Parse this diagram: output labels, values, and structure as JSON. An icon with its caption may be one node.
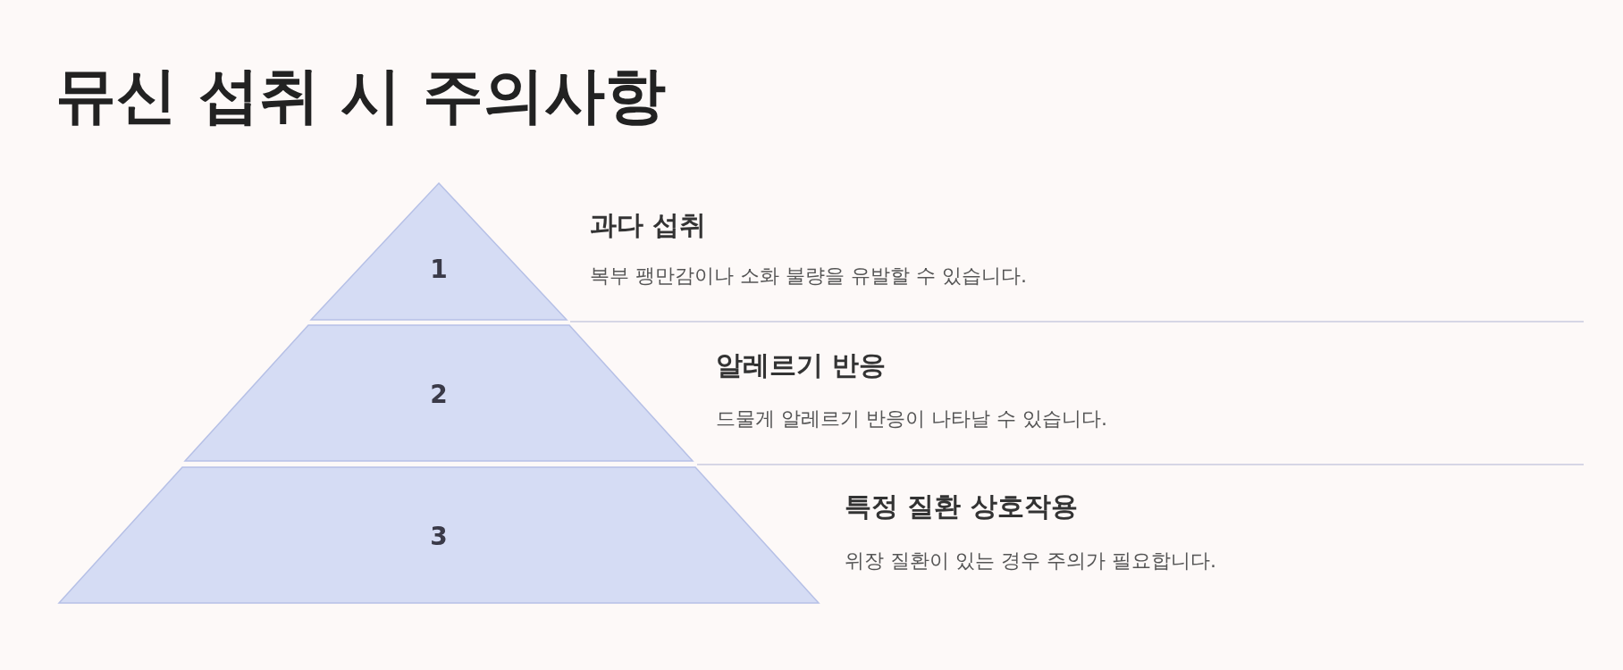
{
  "diagram": {
    "title": "뮤신 섭취 시 주의사항",
    "nodes": [
      {
        "text": [
          "1"
        ],
        "beside": [
          "과다 섭취",
          "복부 팽만감이나 소화 불량을 유발할 수 있습니다."
        ]
      },
      {
        "text": [
          "2"
        ],
        "beside": [
          "알레르기 반응",
          "드물게 알레르기 반응이 나타날 수 있습니다."
        ]
      },
      {
        "text": [
          "3"
        ],
        "beside": [
          "특정 질환 상호작용",
          "위장 질환이 있는 경우 주의가 필요합니다."
        ]
      }
    ]
  }
}
